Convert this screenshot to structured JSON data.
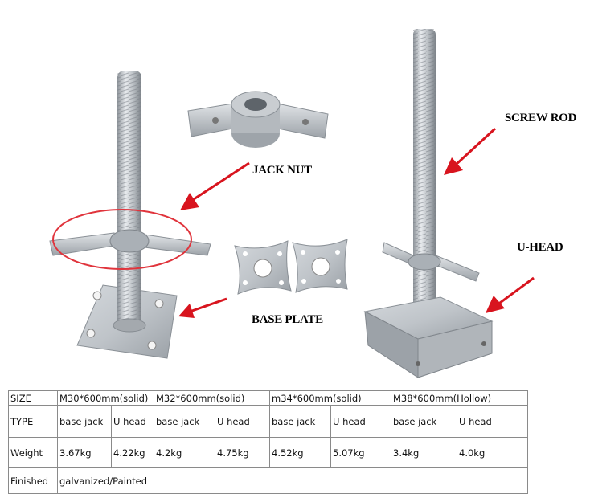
{
  "labels": {
    "jack_nut": "JACK NUT",
    "screw_rod": "SCREW ROD",
    "u_head": "U-HEAD",
    "base_plate": "BASE PLATE"
  },
  "colors": {
    "arrow": "#d8141e",
    "highlight_circle": "#e0343c",
    "metal": "#b9bec4"
  },
  "table": {
    "size_row": {
      "header": "SIZE",
      "cells": [
        "M30*600mm(solid)",
        "M32*600mm(solid)",
        "m34*600mm(solid)",
        "M38*600mm(Hollow)"
      ]
    },
    "type_row": {
      "header": "TYPE",
      "cells": [
        "base jack",
        "U head",
        "base jack",
        "U head",
        "base jack",
        "U head",
        "base jack",
        "U head"
      ]
    },
    "weight_row": {
      "header": "Weight",
      "cells": [
        "3.67kg",
        "4.22kg",
        "4.2kg",
        "4.75kg",
        "4.52kg",
        "5.07kg",
        "3.4kg",
        "4.0kg"
      ]
    },
    "finished_row": {
      "header": "Finished",
      "value": "galvanized/Painted"
    }
  }
}
